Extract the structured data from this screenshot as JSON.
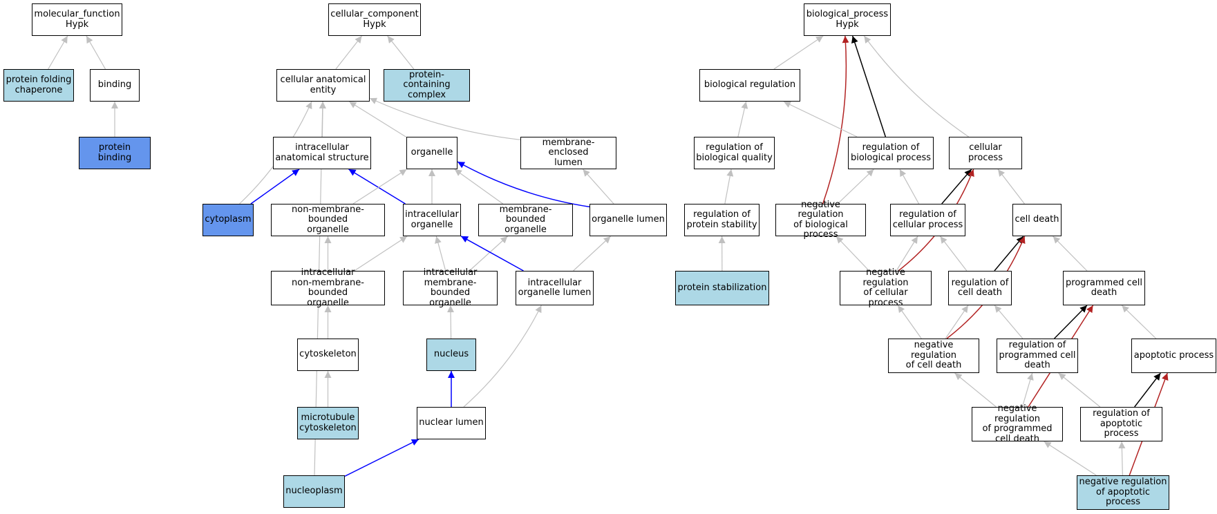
{
  "colors": {
    "grey": "#c0c0c0",
    "blue": "#0000ff",
    "black": "#000000",
    "red": "#b22222",
    "light": "#add8e6",
    "blue_fill": "#6495ed"
  },
  "nodes": [
    {
      "id": "mf",
      "label": "molecular_function\nHypk",
      "fill": "white"
    },
    {
      "id": "pfc",
      "label": "protein folding\nchaperone",
      "fill": "light"
    },
    {
      "id": "binding",
      "label": "binding",
      "fill": "white"
    },
    {
      "id": "pb",
      "label": "protein binding",
      "fill": "blue"
    },
    {
      "id": "cc",
      "label": "cellular_component\nHypk",
      "fill": "white"
    },
    {
      "id": "cae",
      "label": "cellular anatomical\nentity",
      "fill": "white"
    },
    {
      "id": "pcc",
      "label": "protein-containing\ncomplex",
      "fill": "light"
    },
    {
      "id": "ias",
      "label": "intracellular\nanatomical structure",
      "fill": "white"
    },
    {
      "id": "org",
      "label": "organelle",
      "fill": "white"
    },
    {
      "id": "mel",
      "label": "membrane-enclosed\nlumen",
      "fill": "white"
    },
    {
      "id": "cyto",
      "label": "cytoplasm",
      "fill": "blue"
    },
    {
      "id": "nmbo",
      "label": "non-membrane-bounded\norganelle",
      "fill": "white"
    },
    {
      "id": "io",
      "label": "intracellular\norganelle",
      "fill": "white"
    },
    {
      "id": "mbo",
      "label": "membrane-bounded\norganelle",
      "fill": "white"
    },
    {
      "id": "ol",
      "label": "organelle lumen",
      "fill": "white"
    },
    {
      "id": "inmbo",
      "label": "intracellular\nnon-membrane-bounded\norganelle",
      "fill": "white"
    },
    {
      "id": "imbo",
      "label": "intracellular\nmembrane-bounded\norganelle",
      "fill": "white"
    },
    {
      "id": "iol",
      "label": "intracellular\norganelle lumen",
      "fill": "white"
    },
    {
      "id": "cytosk",
      "label": "cytoskeleton",
      "fill": "white"
    },
    {
      "id": "nucleus",
      "label": "nucleus",
      "fill": "light"
    },
    {
      "id": "mtc",
      "label": "microtubule\ncytoskeleton",
      "fill": "light"
    },
    {
      "id": "nl",
      "label": "nuclear lumen",
      "fill": "white"
    },
    {
      "id": "np",
      "label": "nucleoplasm",
      "fill": "light"
    },
    {
      "id": "bp",
      "label": "biological_process\nHypk",
      "fill": "white"
    },
    {
      "id": "breg",
      "label": "biological regulation",
      "fill": "white"
    },
    {
      "id": "rbq",
      "label": "regulation of\nbiological quality",
      "fill": "white"
    },
    {
      "id": "rbp",
      "label": "regulation of\nbiological process",
      "fill": "white"
    },
    {
      "id": "cp",
      "label": "cellular process",
      "fill": "white"
    },
    {
      "id": "rps",
      "label": "regulation of\nprotein stability",
      "fill": "white"
    },
    {
      "id": "nrbp",
      "label": "negative regulation\nof biological\nprocess",
      "fill": "white"
    },
    {
      "id": "rcp",
      "label": "regulation of\ncellular process",
      "fill": "white"
    },
    {
      "id": "cd",
      "label": "cell death",
      "fill": "white"
    },
    {
      "id": "ps",
      "label": "protein stabilization",
      "fill": "light"
    },
    {
      "id": "nrcp",
      "label": "negative regulation\nof cellular\nprocess",
      "fill": "white"
    },
    {
      "id": "rcd",
      "label": "regulation of\ncell death",
      "fill": "white"
    },
    {
      "id": "pcd",
      "label": "programmed cell\ndeath",
      "fill": "white"
    },
    {
      "id": "nrcd",
      "label": "negative regulation\nof cell death",
      "fill": "white"
    },
    {
      "id": "rpcd",
      "label": "regulation of\nprogrammed cell\ndeath",
      "fill": "white"
    },
    {
      "id": "ap",
      "label": "apoptotic process",
      "fill": "white"
    },
    {
      "id": "nrpcd",
      "label": "negative regulation\nof programmed\ncell death",
      "fill": "white"
    },
    {
      "id": "rap",
      "label": "regulation of\napoptotic process",
      "fill": "white"
    },
    {
      "id": "nrap",
      "label": "negative regulation\nof apoptotic\nprocess",
      "fill": "light"
    }
  ],
  "edges": [
    {
      "from": "pfc",
      "to": "mf",
      "color": "grey"
    },
    {
      "from": "binding",
      "to": "mf",
      "color": "grey"
    },
    {
      "from": "pb",
      "to": "binding",
      "color": "grey"
    },
    {
      "from": "cae",
      "to": "cc",
      "color": "grey"
    },
    {
      "from": "pcc",
      "to": "cc",
      "color": "grey"
    },
    {
      "from": "ias",
      "to": "cae",
      "color": "grey"
    },
    {
      "from": "org",
      "to": "cae",
      "color": "grey"
    },
    {
      "from": "mel",
      "to": "cae",
      "color": "grey"
    },
    {
      "from": "cyto",
      "to": "cae",
      "color": "grey"
    },
    {
      "from": "np",
      "to": "cae",
      "color": "grey"
    },
    {
      "from": "cyto",
      "to": "ias",
      "color": "blue"
    },
    {
      "from": "io",
      "to": "ias",
      "color": "blue"
    },
    {
      "from": "nmbo",
      "to": "org",
      "color": "grey"
    },
    {
      "from": "io",
      "to": "org",
      "color": "grey"
    },
    {
      "from": "mbo",
      "to": "org",
      "color": "grey"
    },
    {
      "from": "ol",
      "to": "org",
      "color": "blue"
    },
    {
      "from": "ol",
      "to": "mel",
      "color": "grey"
    },
    {
      "from": "inmbo",
      "to": "nmbo",
      "color": "grey"
    },
    {
      "from": "inmbo",
      "to": "io",
      "color": "grey"
    },
    {
      "from": "imbo",
      "to": "io",
      "color": "grey"
    },
    {
      "from": "imbo",
      "to": "mbo",
      "color": "grey"
    },
    {
      "from": "iol",
      "to": "io",
      "color": "blue"
    },
    {
      "from": "iol",
      "to": "ol",
      "color": "grey"
    },
    {
      "from": "cytosk",
      "to": "inmbo",
      "color": "grey"
    },
    {
      "from": "nucleus",
      "to": "imbo",
      "color": "grey"
    },
    {
      "from": "mtc",
      "to": "cytosk",
      "color": "grey"
    },
    {
      "from": "nl",
      "to": "nucleus",
      "color": "blue"
    },
    {
      "from": "nl",
      "to": "iol",
      "color": "grey"
    },
    {
      "from": "np",
      "to": "nl",
      "color": "blue"
    },
    {
      "from": "breg",
      "to": "bp",
      "color": "grey"
    },
    {
      "from": "rbp",
      "to": "bp",
      "color": "black"
    },
    {
      "from": "cp",
      "to": "bp",
      "color": "grey"
    },
    {
      "from": "nrbp",
      "to": "bp",
      "color": "red"
    },
    {
      "from": "rbq",
      "to": "breg",
      "color": "grey"
    },
    {
      "from": "rbp",
      "to": "breg",
      "color": "grey"
    },
    {
      "from": "rps",
      "to": "rbq",
      "color": "grey"
    },
    {
      "from": "ps",
      "to": "rps",
      "color": "grey"
    },
    {
      "from": "nrbp",
      "to": "rbp",
      "color": "grey"
    },
    {
      "from": "rcp",
      "to": "rbp",
      "color": "grey"
    },
    {
      "from": "rcp",
      "to": "cp",
      "color": "black"
    },
    {
      "from": "cd",
      "to": "cp",
      "color": "grey"
    },
    {
      "from": "nrcp",
      "to": "cp",
      "color": "red"
    },
    {
      "from": "nrcp",
      "to": "nrbp",
      "color": "grey"
    },
    {
      "from": "nrcp",
      "to": "rcp",
      "color": "grey"
    },
    {
      "from": "rcd",
      "to": "rcp",
      "color": "grey"
    },
    {
      "from": "rcd",
      "to": "cd",
      "color": "black"
    },
    {
      "from": "pcd",
      "to": "cd",
      "color": "grey"
    },
    {
      "from": "nrcd",
      "to": "cd",
      "color": "red"
    },
    {
      "from": "nrcd",
      "to": "nrcp",
      "color": "grey"
    },
    {
      "from": "nrcd",
      "to": "rcd",
      "color": "grey"
    },
    {
      "from": "rpcd",
      "to": "rcd",
      "color": "grey"
    },
    {
      "from": "rpcd",
      "to": "pcd",
      "color": "black"
    },
    {
      "from": "ap",
      "to": "pcd",
      "color": "grey"
    },
    {
      "from": "nrpcd",
      "to": "pcd",
      "color": "red"
    },
    {
      "from": "nrpcd",
      "to": "nrcd",
      "color": "grey"
    },
    {
      "from": "nrpcd",
      "to": "rpcd",
      "color": "grey"
    },
    {
      "from": "rap",
      "to": "rpcd",
      "color": "grey"
    },
    {
      "from": "rap",
      "to": "ap",
      "color": "black"
    },
    {
      "from": "nrap",
      "to": "ap",
      "color": "red"
    },
    {
      "from": "nrap",
      "to": "nrpcd",
      "color": "grey"
    },
    {
      "from": "nrap",
      "to": "rap",
      "color": "grey"
    }
  ]
}
